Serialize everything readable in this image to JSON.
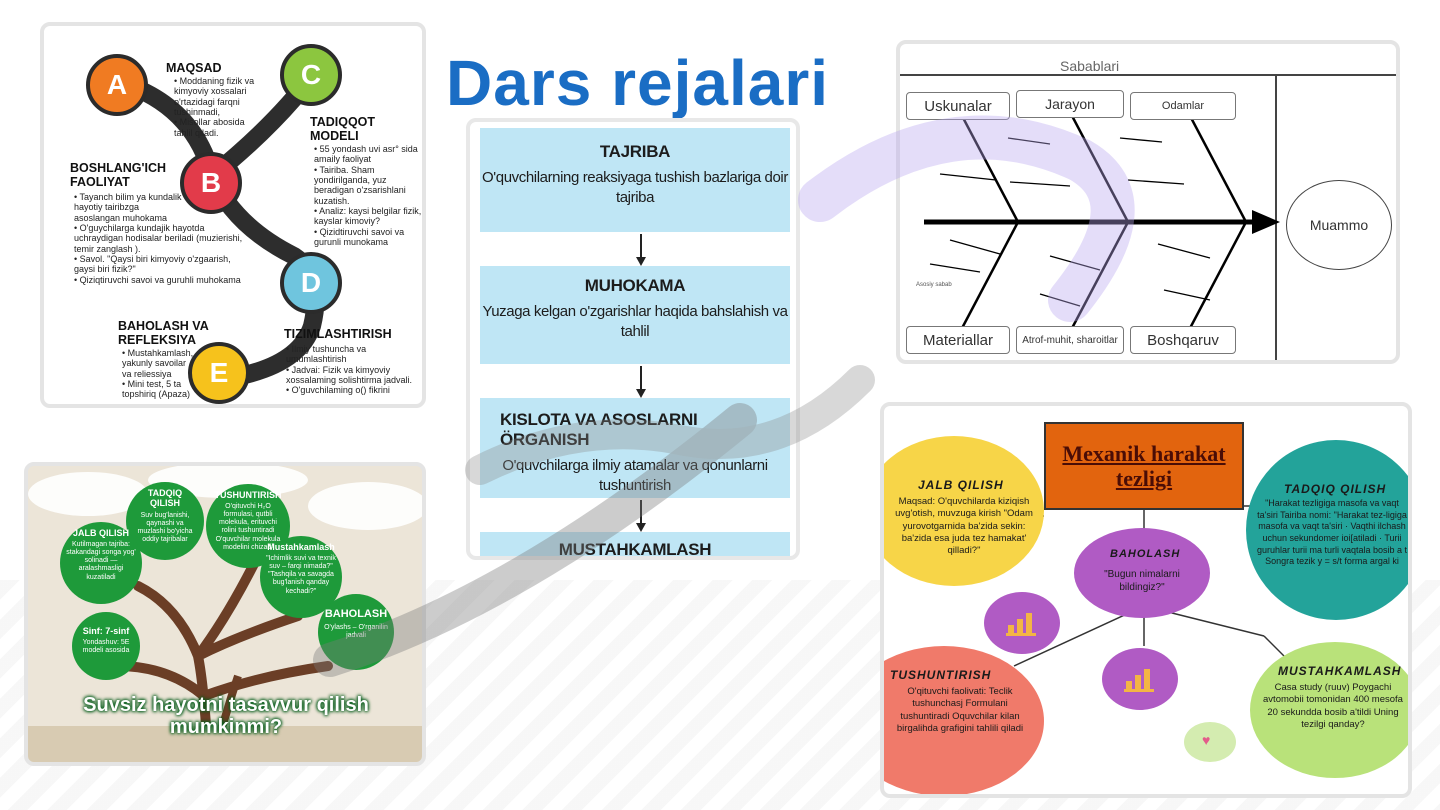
{
  "slide": {
    "title": "Dars rejalari",
    "colors": {
      "title": "#1a6dc4",
      "flow_block": "#bfe6f5",
      "tree_green": "#1e9a3a",
      "mindmap_title_bg": "#e2640e"
    }
  },
  "abcde": {
    "letters": {
      "a": "A",
      "b": "B",
      "c": "C",
      "d": "D",
      "e": "E"
    },
    "maqsad": {
      "title": "MAQSAD",
      "bullets": [
        "Moddaning fizik va kimyoviy xossalari o'rtazidagi farqni tushinmadi,",
        "Misollar abosida tahlil qiladi."
      ]
    },
    "tadqiqot": {
      "title": "TADIQQOT MODELI",
      "bullets": [
        "55 yondash uvi asr° sida amaily faoliyat",
        "Tairiba. Sham yondirilganda, yuz beradigan o'zsarishlani kuzatish.",
        "Analiz: kaysi belgilar fizik, kayslar kimoviy?",
        "Qizidtiruvchi savoi va gurunli munokama"
      ]
    },
    "boshlang": {
      "title": "BOSHLANG'ICH FAOLIYAT",
      "bullets": [
        "Tayanch bilim ya kundalik hayotiy tairibzga asoslangan muhokama",
        "O'guychilarga kundajik hayotda uchraydigan hodisalar beriladi (muzierishi, temir zanglash ).",
        "Savol. \"Qaysi biri kimyoviy o'zgaarish, gaysi biri fizik?\"",
        "Qiziqtiruvchi savoi va guruhli muhokama"
      ]
    },
    "baholash": {
      "title": "BAHOLASH VA REFLEKSIYA",
      "bullets": [
        "Mustahkamlash, yakunly savoilar va reliessiya",
        "Mini test, 5 ta topshiriq (Apaza)"
      ]
    },
    "tizim": {
      "title": "TIZIMLASHTIRISH",
      "bullets": [
        "Ilmiy tushuncha va umumlashtirish",
        "Jadvai: Fizik va kimyoviy xossalaming solishtirma jadvali.",
        "O'guvchilaming o() fikrini"
      ]
    }
  },
  "flow": {
    "blocks": [
      {
        "heading": "TAJRIBA",
        "text": "O'quvchilarning reaksiyaga tushish bazlariga doir tajriba"
      },
      {
        "heading": "MUHOKAMA",
        "text": "Yuzaga kelgan o'zgarishlar haqida bahslahish va tahlil"
      },
      {
        "heading": "KISLOTA VA ASOSLARNI ÖRGANISH",
        "text": "O'quvchilarga ilmiy atamalar va qonunlarni tushuntirish"
      },
      {
        "heading": "MUSTAHKAMLASH",
        "text": ""
      }
    ]
  },
  "fishbone": {
    "header": "Sabablari",
    "top": [
      "Uskunalar",
      "Jarayon",
      "Odamlar"
    ],
    "bottom": [
      "Materiallar",
      "Atrof-muhit, sharoitlar",
      "Boshqaruv"
    ],
    "effect": "Muammo",
    "small_label": "Asosiy sabab"
  },
  "tree": {
    "leaves": [
      {
        "title": "TADQIQ QILISH",
        "text": "Suv bug'lanishi, qaynashi va muzlashi bo'yicha oddiy tajribalar"
      },
      {
        "title": "TUSHUNTIRISH",
        "text": "O'qituvchi H₂O formulasi, qutbli molekula, erituvchi rolini tushuntiradi O'quvchilar molekula modelini chizadi"
      },
      {
        "title": "JALB QILISH",
        "text": "Kutilmagan tajriba: stakandagi songa yog' solinadi — aralashmasligi kuzatiladi"
      },
      {
        "title": "Mustahkamlash",
        "text": "\"Ichimlik suvi va texnik suv – farqi nimada?\" \"Tashqila va savagda bug'lanish qanday kechadi?\""
      },
      {
        "title": "Sinf: 7-sinf",
        "text": "Yondashuv: 5E modeli asosida"
      },
      {
        "title": "BAHOLASH",
        "text": "O'ylashs – O'rganilin jadvali"
      }
    ],
    "banner": "Suvsiz hayotni tasavvur qilish mumkinmi?"
  },
  "mindmap": {
    "title": "Mexanik harakat tezligi",
    "jalb": {
      "title": "JALB QILISH",
      "text": "Maqsad: O'quvchilarda kiziqish uvg'otish, muvzuga kirish \"Odam yurovotgarnida ba'zida sekin: ba'zida esa juda tez hamakat' qilladi?\""
    },
    "tadqiq": {
      "title": "TADQIQ QILISH",
      "text": "\"Harakat tezligiga masofa va vaqt ta'siri Tairiba nomi: \"Harakat tez-ligiga masofa va vaqt ta'siri · Vaqthi ilchash uchun sekundomer ioi[atiladi · Turii guruhlar turii ma turli vaqtala bosib a t Songra tezik y = s/t forma argal ki"
    },
    "baholash": {
      "title": "BAHOLASH",
      "text": "\"Bugun nimalarni bildingiz?\""
    },
    "tushun": {
      "title": "TUSHUNTIRISH",
      "text": "O'qituvchi faolivati: Teclik tushunchasj Formulani tushuntiradi Oquvchilar kilan birgalihda grafigini tahlili qiladi"
    },
    "mustah": {
      "title": "MUSTAHKAMLASH",
      "text": "Casa study (ruuv) Poygachi avtomobii tomonidan 400 mesofa 20 sekundda bosib a'tildi Uning tezilgi qanday?"
    }
  }
}
